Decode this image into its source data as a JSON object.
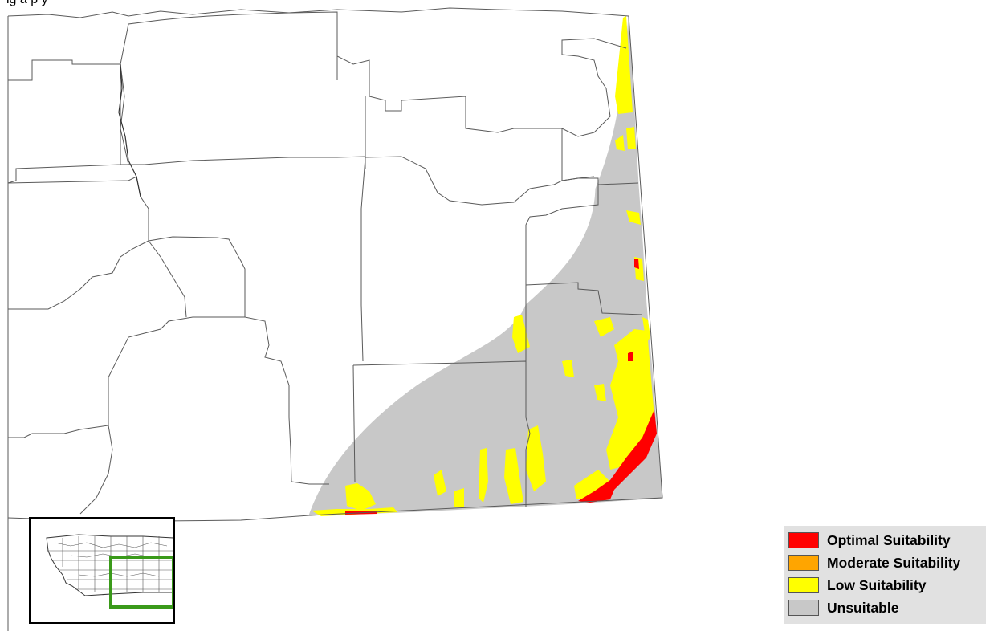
{
  "header": {
    "text_fragment": "ig   a  p                                         y"
  },
  "legend": {
    "items": [
      {
        "label": "Optimal Suitability",
        "color": "#ff0000"
      },
      {
        "label": "Moderate Suitability",
        "color": "#ffa500"
      },
      {
        "label": "Low Suitability",
        "color": "#ffff00"
      },
      {
        "label": "Unsuitable",
        "color": "#c8c8c8"
      }
    ]
  },
  "colors": {
    "unsuitable": "#c8c8c8",
    "low": "#ffff00",
    "optimal": "#ff0000",
    "inset_extent": "#3a9a1a",
    "boundary": "#5a5a5a"
  }
}
